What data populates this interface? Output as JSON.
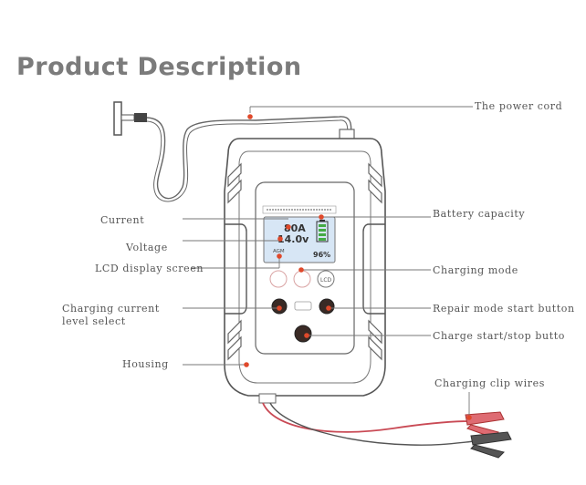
{
  "title": "Product Description",
  "labels": {
    "power_cord": "The power cord",
    "battery_capacity": "Battery capacity",
    "current": "Current",
    "voltage": "Voltage",
    "lcd_screen": "LCD display screen",
    "charging_mode": "Charging mode",
    "charging_current_select": "Charging current level select",
    "repair_button": "Repair mode start button",
    "start_stop_button": "Charge start/stop butto",
    "housing": "Housing",
    "clip_wires": "Charging clip wires"
  },
  "lcd": {
    "current": "80A",
    "voltage": "14.0v",
    "mode": "AGM",
    "percent": "96%"
  },
  "colors": {
    "title": "#7b7b7b",
    "line": "#777777",
    "dot": "#e0492b",
    "lcd_bg": "#d7e6f5",
    "red_wire": "#c94a55",
    "red_clip": "#de6b72"
  }
}
